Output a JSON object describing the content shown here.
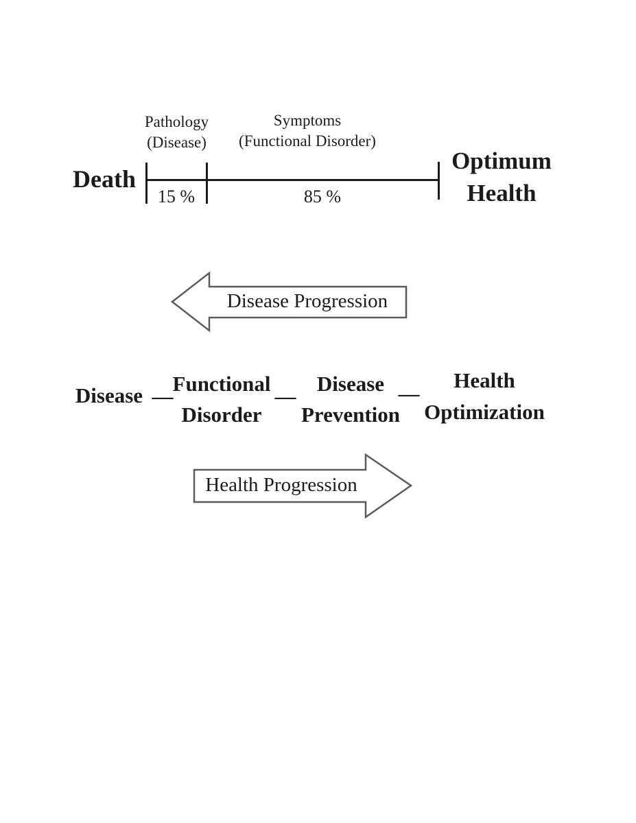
{
  "colors": {
    "background": "#ffffff",
    "text": "#1b1b1b",
    "line": "#1b1b1b",
    "arrow_border": "#5a5a5a",
    "arrow_fill": "#ffffff"
  },
  "timeline": {
    "left_endpoint": "Death",
    "right_endpoint": {
      "line1": "Optimum",
      "line2": "Health"
    },
    "segments": [
      {
        "label_line1": "Pathology",
        "label_line2": "(Disease)",
        "percent": "15 %"
      },
      {
        "label_line1": "Symptoms",
        "label_line2": "(Functional Disorder)",
        "percent": "85 %"
      }
    ]
  },
  "disease_arrow": {
    "label": "Disease Progression"
  },
  "continuum": {
    "separator": "—",
    "items": [
      {
        "line1": "Disease"
      },
      {
        "line1": "Functional",
        "line2": "Disorder"
      },
      {
        "line1": "Disease",
        "line2": "Prevention"
      },
      {
        "line1": "Health",
        "line2": "Optimization"
      }
    ]
  },
  "health_arrow": {
    "label": "Health Progression"
  }
}
